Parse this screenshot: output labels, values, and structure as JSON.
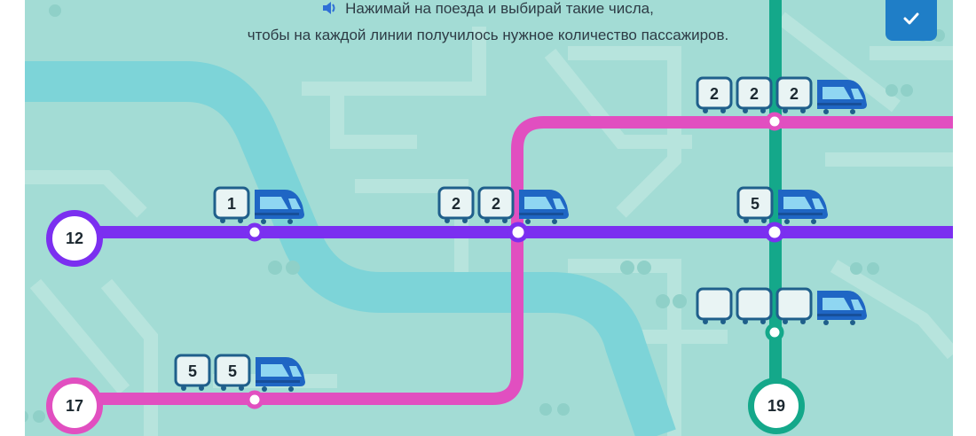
{
  "instructions": {
    "line1": "Нажимай на поезда и выбирай такие числа,",
    "line2": "чтобы на каждой линии получилось нужное количество пассажиров."
  },
  "check_button": {
    "icon": "check-icon"
  },
  "stations": [
    {
      "id": "purple",
      "value": "12",
      "color": "#7b2ff0"
    },
    {
      "id": "pink",
      "value": "17",
      "color": "#e14fc0"
    },
    {
      "id": "green",
      "value": "19",
      "color": "#14a88a"
    }
  ],
  "trains": [
    {
      "id": "train-top-right",
      "cars": [
        "2",
        "2",
        "2"
      ]
    },
    {
      "id": "train-purple-left",
      "cars": [
        "1"
      ]
    },
    {
      "id": "train-purple-middle",
      "cars": [
        "2",
        "2"
      ]
    },
    {
      "id": "train-purple-right",
      "cars": [
        "5"
      ]
    },
    {
      "id": "train-green-empty",
      "cars": [
        "",
        "",
        ""
      ]
    },
    {
      "id": "train-pink-bottom",
      "cars": [
        "5",
        "5"
      ]
    }
  ],
  "colors": {
    "background": "#a3dcd5",
    "river": "#7dd4d8",
    "purple_line": "#7b2ff0",
    "pink_line": "#e14fc0",
    "green_line": "#14a88a",
    "engine": "#1f66c4",
    "check_button": "#1f7ec7"
  }
}
